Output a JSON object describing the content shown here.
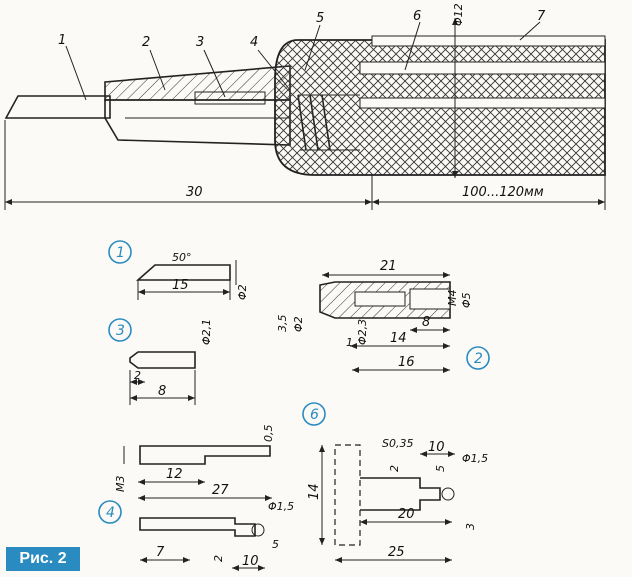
{
  "figure_label": "Рис. 2",
  "assembly": {
    "callouts": [
      "1",
      "2",
      "3",
      "4",
      "5",
      "6",
      "7"
    ],
    "dims": {
      "overall": "30",
      "tube_length": "100...120мм",
      "diameter": "Φ12"
    }
  },
  "part1": {
    "id": "1",
    "dims": {
      "angle": "50°",
      "length": "15",
      "diameter": "Φ2"
    }
  },
  "part2": {
    "id": "2",
    "dims": {
      "length": "21",
      "thread": "M4",
      "outer_d": "Φ5",
      "d_small": "3,5",
      "d_tip": "Φ2",
      "d_bore": "Φ2,3",
      "bore_len": "8",
      "len_14": "14",
      "chamfer": "1",
      "len_16": "16"
    }
  },
  "part3": {
    "id": "3",
    "dims": {
      "diameter": "Φ2,1",
      "chamfer": "2",
      "length": "8"
    }
  },
  "part4": {
    "id": "4",
    "dims": {
      "thickness": "0,5",
      "height": "M3",
      "len_12": "12",
      "len_27": "27",
      "hole": "Φ1,5",
      "len_7": "7",
      "offset_2": "2",
      "offset_5": "5",
      "len_10": "10"
    }
  },
  "part6": {
    "id": "6",
    "dims": {
      "sheet": "S0,35",
      "len_10": "10",
      "height_14": "14",
      "len_2": "2",
      "len_5": "5",
      "hole": "Φ1,5",
      "len_20": "20",
      "len_3": "3",
      "len_25": "25"
    }
  }
}
